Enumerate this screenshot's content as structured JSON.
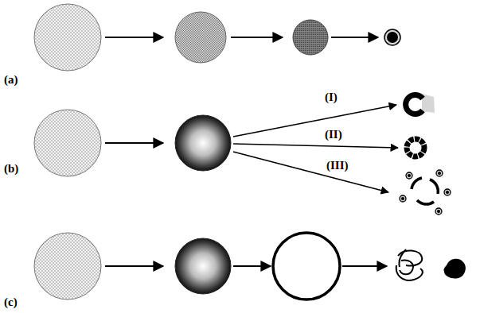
{
  "diagram": {
    "labels": [
      "(a)",
      "(b)",
      "(c)",
      "(I)",
      "(II)",
      "(III)"
    ]
  }
}
